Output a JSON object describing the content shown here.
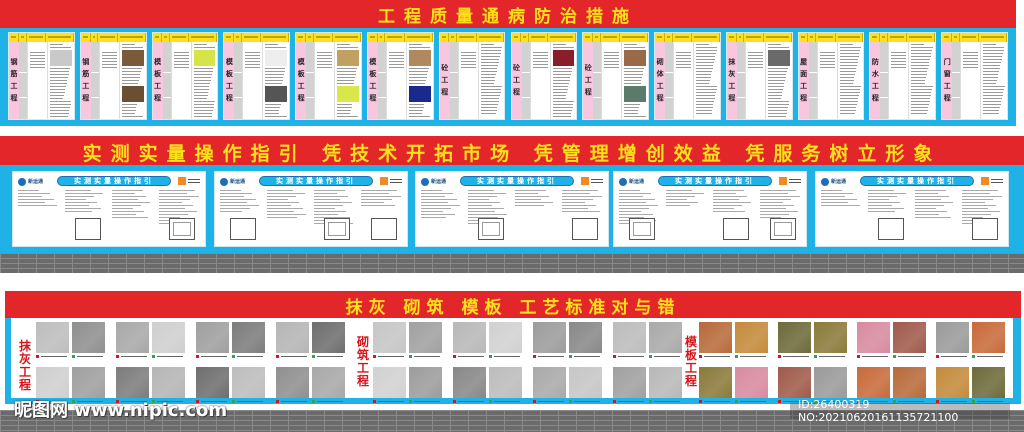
{
  "band1": {
    "title": "工程质量通病防治措施",
    "header_columns": [
      "分项工程名称",
      "通病类型",
      "通病现象",
      "防治措施、处理办法"
    ],
    "panels": [
      {
        "category": "钢筋工程",
        "chars": [
          "钢",
          "筋",
          "工",
          "程"
        ],
        "photo_colors": [
          "#c9c9c9"
        ],
        "has_photos": true
      },
      {
        "category": "钢筋工程",
        "chars": [
          "钢",
          "筋",
          "工",
          "程"
        ],
        "photo_colors": [
          "#7a5a3a",
          "#6b4f33",
          "#8d6f55"
        ],
        "has_photos": true
      },
      {
        "category": "模板工程",
        "chars": [
          "模",
          "板",
          "工",
          "程"
        ],
        "photo_colors": [
          "#d6e44a"
        ],
        "has_photos": true
      },
      {
        "category": "模板工程",
        "chars": [
          "模",
          "板",
          "工",
          "程"
        ],
        "photo_colors": [
          "#eeeeee",
          "#555555"
        ],
        "has_photos": true
      },
      {
        "category": "模板工程",
        "chars": [
          "模",
          "板",
          "工",
          "程"
        ],
        "photo_colors": [
          "#c2a060",
          "#d8e84a",
          "#1d2f8a"
        ],
        "has_photos": true
      },
      {
        "category": "模板工程",
        "chars": [
          "模",
          "板",
          "工",
          "程"
        ],
        "photo_colors": [
          "#b08a5e",
          "#1a2a8c",
          "#20309a"
        ],
        "has_photos": true
      },
      {
        "category": "砼工程",
        "chars": [
          "砼",
          "工",
          "程"
        ],
        "photo_colors": [],
        "has_photos": false
      },
      {
        "category": "砼工程",
        "chars": [
          "砼",
          "工",
          "程"
        ],
        "photo_colors": [
          "#8a1d2a"
        ],
        "has_photos": true
      },
      {
        "category": "砼工程",
        "chars": [
          "砼",
          "工",
          "程"
        ],
        "photo_colors": [
          "#9a6a48",
          "#5a7a6a"
        ],
        "has_photos": true
      },
      {
        "category": "砌体工程",
        "chars": [
          "砌",
          "体",
          "工",
          "程"
        ],
        "photo_colors": [],
        "has_photos": false
      },
      {
        "category": "抹灰工程",
        "chars": [
          "抹",
          "灰",
          "工",
          "程"
        ],
        "photo_colors": [
          "#6a6a6a"
        ],
        "has_photos": true
      },
      {
        "category": "屋面工程",
        "chars": [
          "屋",
          "面",
          "工",
          "程"
        ],
        "photo_colors": [],
        "has_photos": false
      },
      {
        "category": "防水工程",
        "chars": [
          "防",
          "水",
          "工",
          "程"
        ],
        "photo_colors": [],
        "has_photos": false
      },
      {
        "category": "门窗工程",
        "chars": [
          "门",
          "窗",
          "工",
          "程"
        ],
        "photo_colors": [],
        "has_photos": false
      }
    ]
  },
  "band2": {
    "slogan": "实测实量操作指引  凭技术开拓市场  凭管理增创效益  凭服务树立形象",
    "boards": [
      {
        "title": "实测实量操作指引",
        "logo_name": "新运通"
      },
      {
        "title": "实测实量操作指引",
        "logo_name": "新运通"
      },
      {
        "title": "实测实量操作指引",
        "logo_name": "新运通"
      },
      {
        "title": "实测实量操作指引",
        "logo_name": "新运通"
      },
      {
        "title": "实测实量操作指引",
        "logo_name": "新运通"
      }
    ]
  },
  "band3": {
    "title": "抹灰  砌筑  模板  工艺标准对与错",
    "sections": [
      {
        "label": "抹灰工程",
        "chars": [
          "抹",
          "灰",
          "工",
          "程"
        ]
      },
      {
        "label": "砌筑工程",
        "chars": [
          "砌",
          "筑",
          "工",
          "程"
        ]
      },
      {
        "label": "模板工程",
        "chars": [
          "模",
          "板",
          "工",
          "程"
        ]
      }
    ],
    "caption_marks": {
      "wrong": "错",
      "right": "对"
    }
  },
  "colors": {
    "red": "#e3262a",
    "yellow": "#ffe11a",
    "blue": "#1fb2e6",
    "pink": "#f8c6de",
    "label_red": "#d4161c"
  },
  "watermarks": {
    "left": "昵图网 www.nipic.com",
    "right": "ID:26400319 NO:20210620161135721100"
  }
}
